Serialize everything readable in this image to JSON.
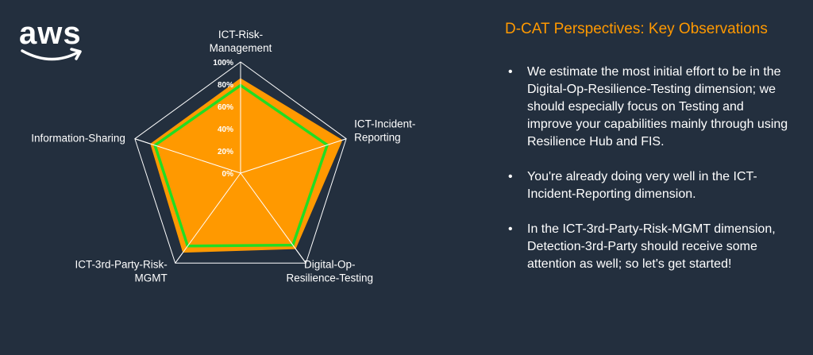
{
  "logo": {
    "text": "aws",
    "icon": "amazon-smile-icon"
  },
  "panel": {
    "title": "D-CAT Perspectives: Key Observations",
    "bullet_glyph": "•",
    "observations": [
      "We estimate the most initial effort to be in the Digital-Op-Resilience-Testing dimension; we should especially focus on Testing and improve your capabilities mainly through using Resilience Hub and FIS.",
      "You're already doing very well in the ICT-Incident-Reporting dimension.",
      "In the ICT-3rd-Party-Risk-MGMT dimension, Detection-3rd-Party should receive some attention as well; so let's get started!"
    ]
  },
  "colors": {
    "background": "#232f3e",
    "accent": "#ff9900",
    "series_fill": "#ff9900",
    "series_line": "#22dd22",
    "grid": "#ffffff"
  },
  "chart_data": {
    "type": "radar",
    "title": "",
    "categories": [
      [
        "ICT-Risk-",
        "Management"
      ],
      [
        "ICT-Incident-",
        "Reporting"
      ],
      [
        "Digital-Op-",
        "Resilience-Testing"
      ],
      [
        "ICT-3rd-Party-Risk-",
        "MGMT"
      ],
      [
        "Information-Sharing"
      ]
    ],
    "rlim": [
      0,
      100
    ],
    "ticks": [
      "0%",
      "20%",
      "40%",
      "60%",
      "80%",
      "100%"
    ],
    "grid": true,
    "series": [
      {
        "style": "filled",
        "values": [
          85,
          96,
          84,
          88,
          85
        ]
      },
      {
        "style": "line",
        "values": [
          79,
          82,
          80,
          81,
          81
        ]
      }
    ]
  }
}
